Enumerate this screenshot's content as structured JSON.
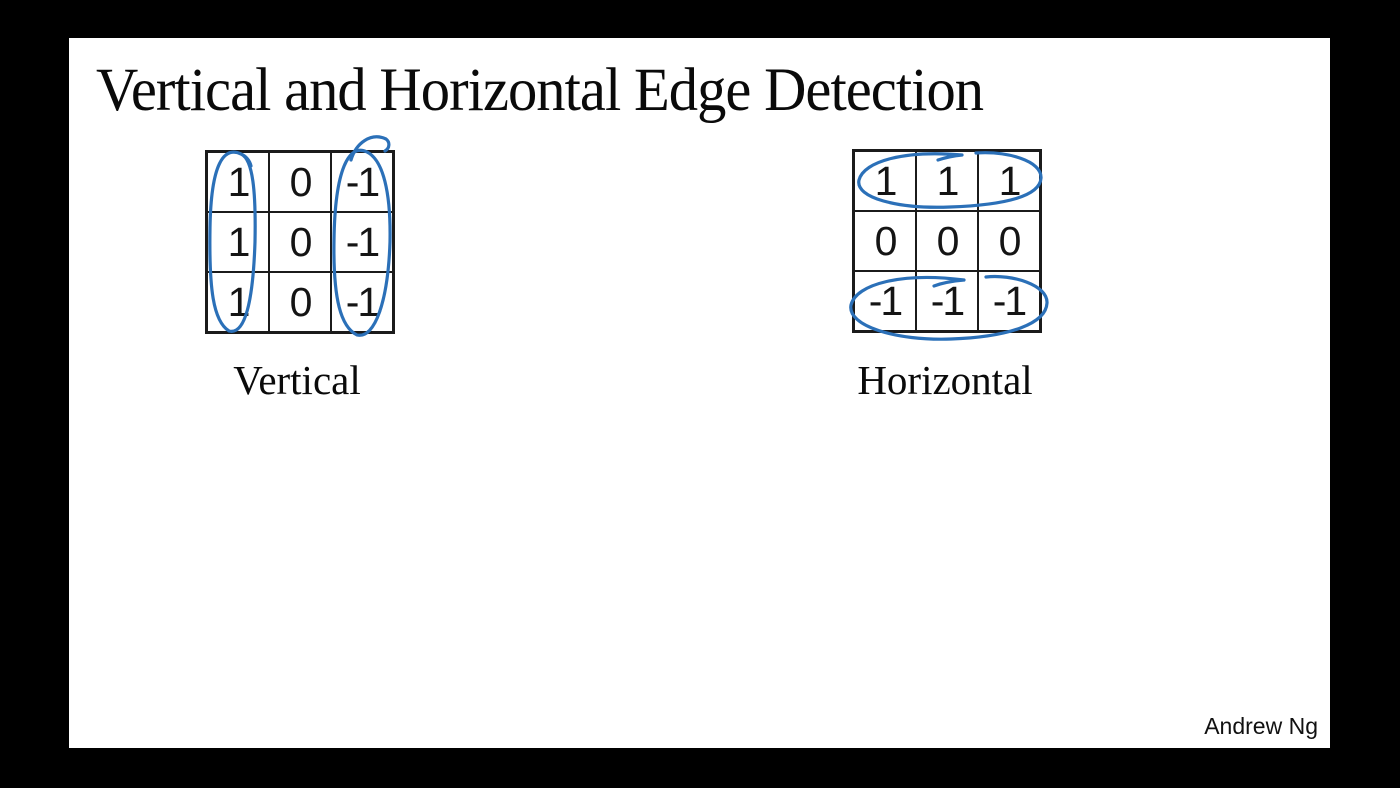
{
  "slide": {
    "title": "Vertical and Horizontal Edge Detection",
    "author_credit": "Andrew Ng",
    "ink_color": "#2b70b8",
    "filters": [
      {
        "label": "Vertical",
        "matrix": [
          [
            "1",
            "0",
            "-1"
          ],
          [
            "1",
            "0",
            "-1"
          ],
          [
            "1",
            "0",
            "-1"
          ]
        ],
        "annotation": "left column of 1s and right column of -1s circled in blue ink"
      },
      {
        "label": "Horizontal",
        "matrix": [
          [
            "1",
            "1",
            "1"
          ],
          [
            "0",
            "0",
            "0"
          ],
          [
            "-1",
            "-1",
            "-1"
          ]
        ],
        "annotation": "top row of 1s and bottom row of -1s circled in blue ink"
      }
    ]
  }
}
